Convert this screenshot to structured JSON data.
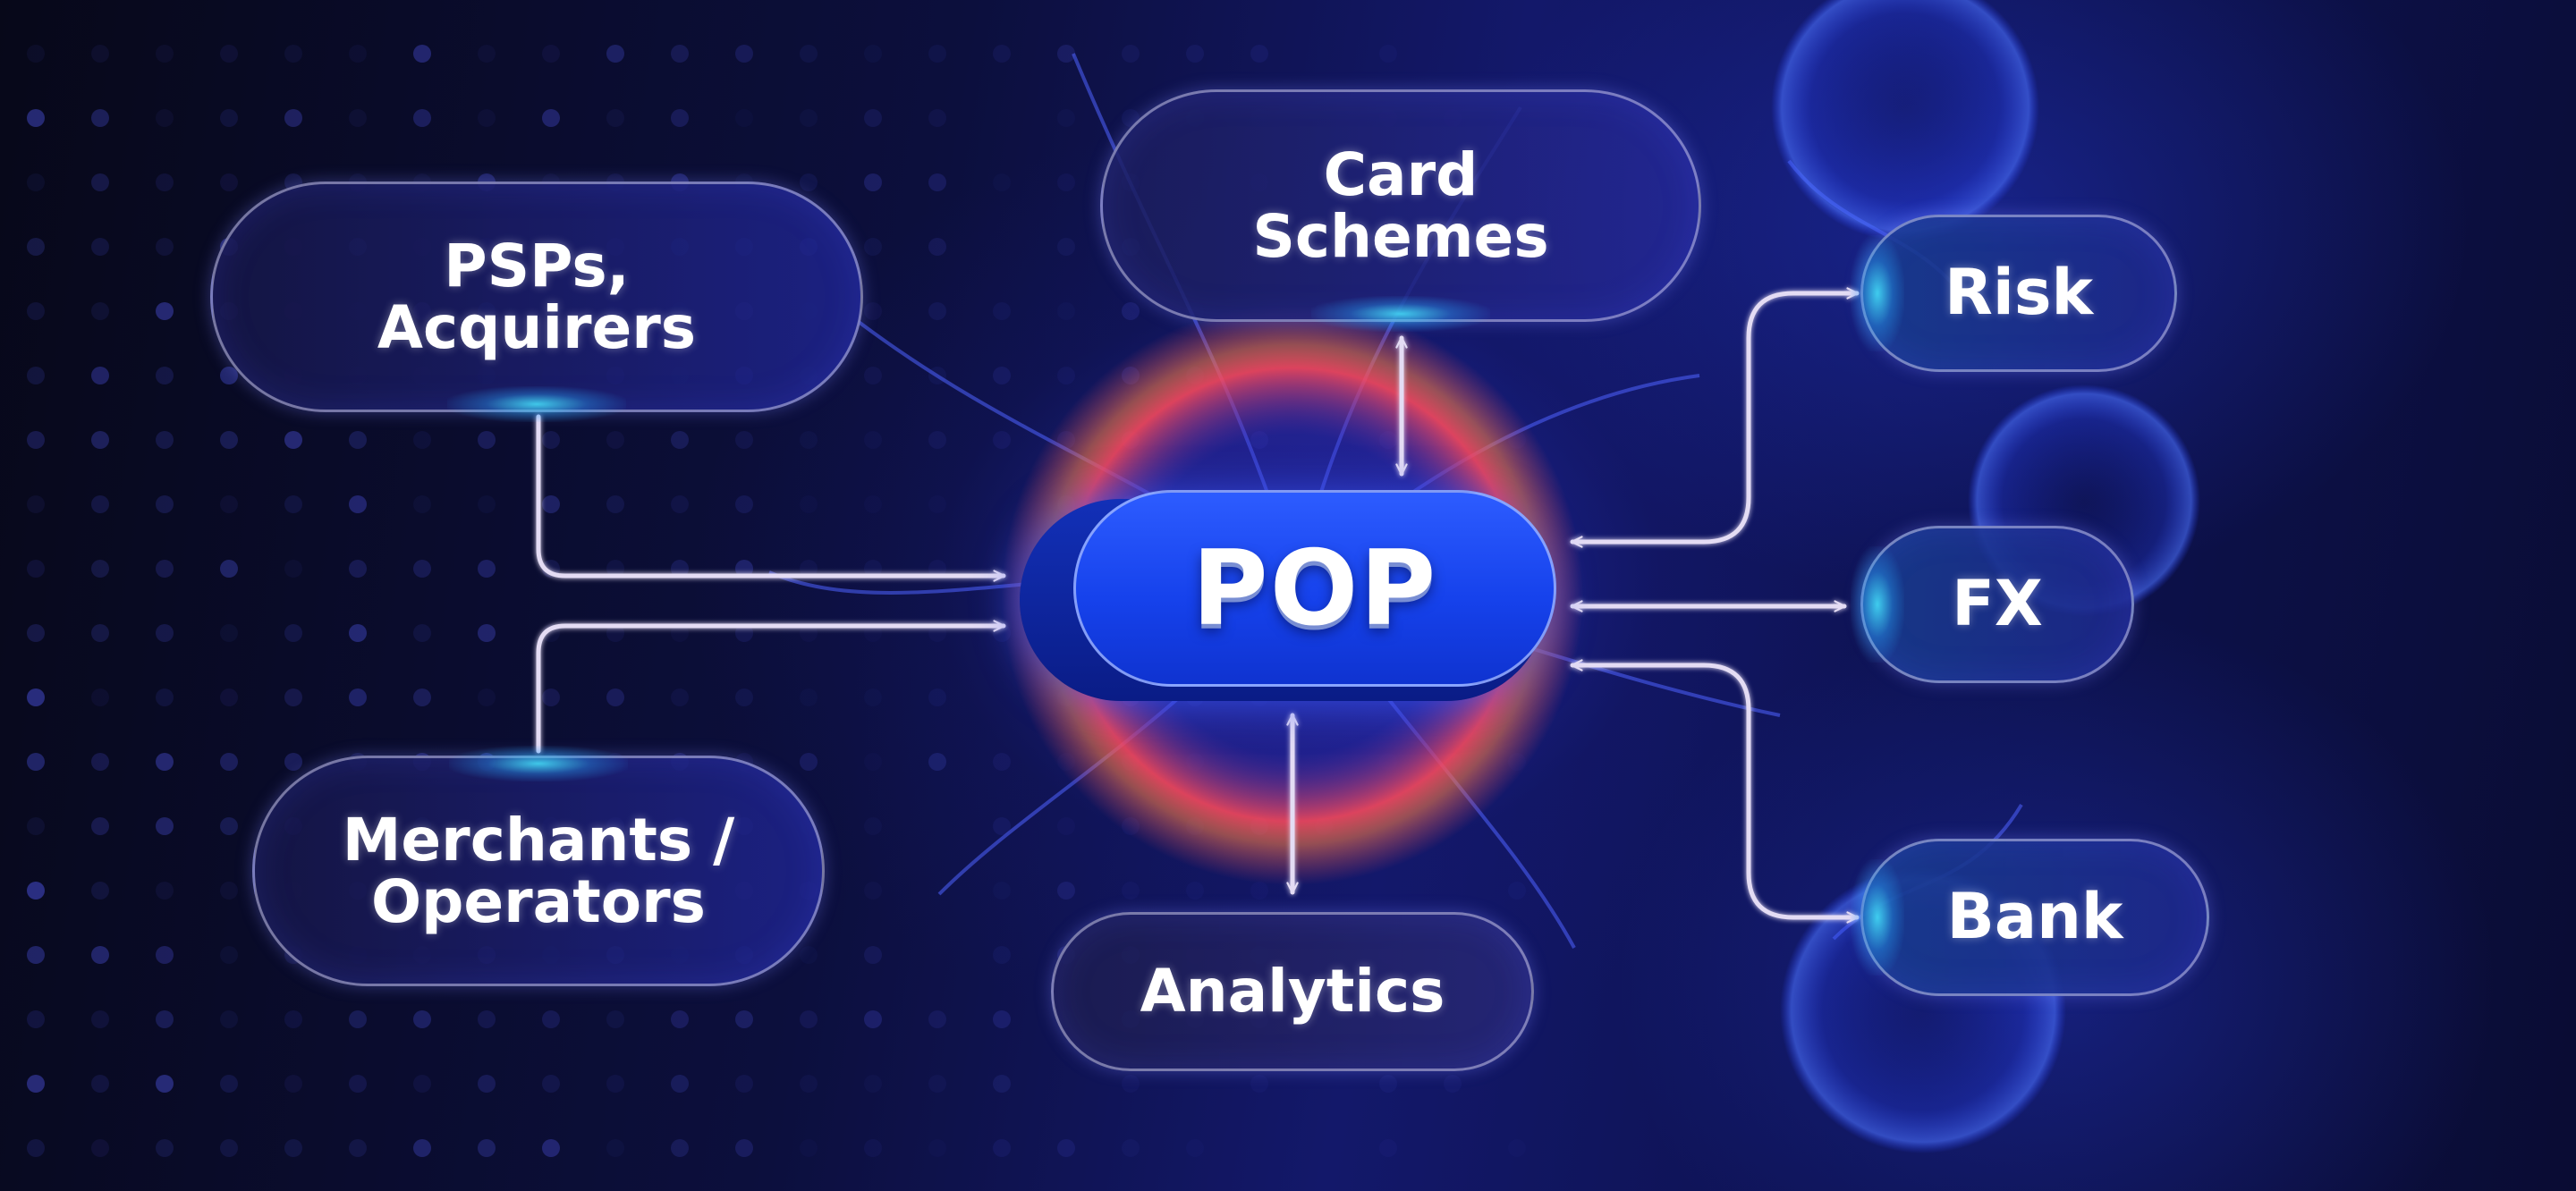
{
  "diagram": {
    "center": {
      "id": "pop",
      "label": "POP"
    },
    "nodes": [
      {
        "id": "card_schemes",
        "label": "Card\nSchemes"
      },
      {
        "id": "psps_acquirers",
        "label": "PSPs,\nAcquirers"
      },
      {
        "id": "merchants_operators",
        "label": "Merchants /\nOperators"
      },
      {
        "id": "analytics",
        "label": "Analytics"
      },
      {
        "id": "risk",
        "label": "Risk"
      },
      {
        "id": "fx",
        "label": "FX"
      },
      {
        "id": "bank",
        "label": "Bank"
      }
    ],
    "edges": [
      {
        "from": "card_schemes",
        "to": "pop",
        "direction": "both"
      },
      {
        "from": "psps_acquirers",
        "to": "pop",
        "direction": "forward"
      },
      {
        "from": "merchants_operators",
        "to": "pop",
        "direction": "forward"
      },
      {
        "from": "pop",
        "to": "analytics",
        "direction": "both"
      },
      {
        "from": "pop",
        "to": "risk",
        "direction": "both"
      },
      {
        "from": "pop",
        "to": "fx",
        "direction": "both"
      },
      {
        "from": "pop",
        "to": "bank",
        "direction": "both"
      }
    ]
  },
  "colors": {
    "background_dark": "#06081f",
    "background_blue": "#13186a",
    "pop_blue": "#1642ec",
    "connector": "#e4dcf4",
    "node_glow": "#46e6ff",
    "halo_red": "#ff4a5a",
    "halo_orange": "#ff8a3c"
  }
}
